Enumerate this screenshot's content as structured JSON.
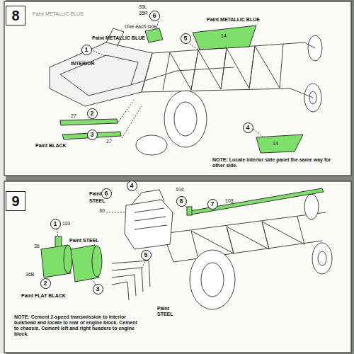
{
  "diagram": {
    "nodes": [
      {
        "text": [
          "8"
        ]
      },
      {
        "text": [
          "1"
        ]
      },
      {
        "text": [
          "6"
        ]
      },
      {
        "text": [
          "5"
        ]
      },
      {
        "text": [
          "2"
        ]
      },
      {
        "text": [
          "3"
        ]
      },
      {
        "text": [
          "4"
        ]
      },
      {
        "text": [
          "9"
        ]
      },
      {
        "text": [
          "1"
        ]
      },
      {
        "text": [
          "2"
        ]
      },
      {
        "text": [
          "3"
        ]
      },
      {
        "text": [
          "6"
        ]
      },
      {
        "text": [
          "4"
        ]
      },
      {
        "text": [
          "5"
        ]
      },
      {
        "text": [
          "8"
        ]
      },
      {
        "text": [
          "7"
        ]
      }
    ],
    "labels": [
      "Paint METALLIC BLUE",
      "35L",
      "35R",
      "One each side",
      "Paint METALLIC BLUE",
      "Paint METALLIC BLUE",
      "14",
      "INTERIOR",
      "27",
      "27",
      "Paint BLACK",
      "14",
      "NOTE: Locate interior side panel the same way for other side.",
      "110",
      "36",
      "36B",
      "Paint FLAT BLACK",
      "Paint STEEL",
      "Paint",
      "STEEL",
      "30",
      "Paint STEEL",
      "104",
      "103",
      "NOTE: Cement 2-speed transmission to interior bulkhead and locate to rear of engine block. Cement to chassis. Cement left and right headers to engine block."
    ]
  }
}
